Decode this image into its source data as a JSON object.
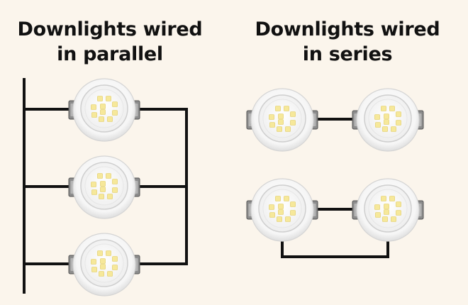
{
  "parallel": {
    "title_line1": "Downlights wired",
    "title_line2": "in parallel"
  },
  "series": {
    "title_line1": "Downlights wired",
    "title_line2": "in series"
  },
  "colors": {
    "background": "#fbf5ec",
    "wire": "#111111",
    "light_rim": "#ffffff",
    "clip": "#8c8c8c",
    "led": "#f6e89a"
  },
  "icons": {
    "downlight": "downlight-icon",
    "led": "led-chip-icon",
    "spring_clip": "spring-clip-icon"
  }
}
